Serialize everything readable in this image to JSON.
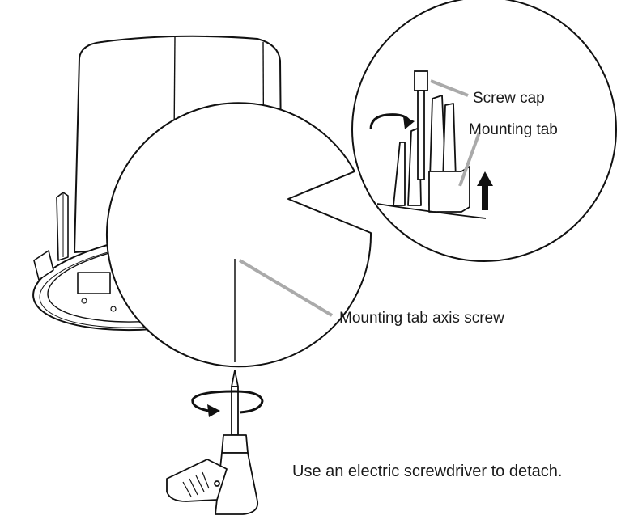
{
  "labels": {
    "screw_cap": "Screw cap",
    "mounting_tab": "Mounting tab",
    "mounting_tab_axis_screw": "Mounting tab axis screw"
  },
  "instruction": "Use an electric screwdriver to detach."
}
